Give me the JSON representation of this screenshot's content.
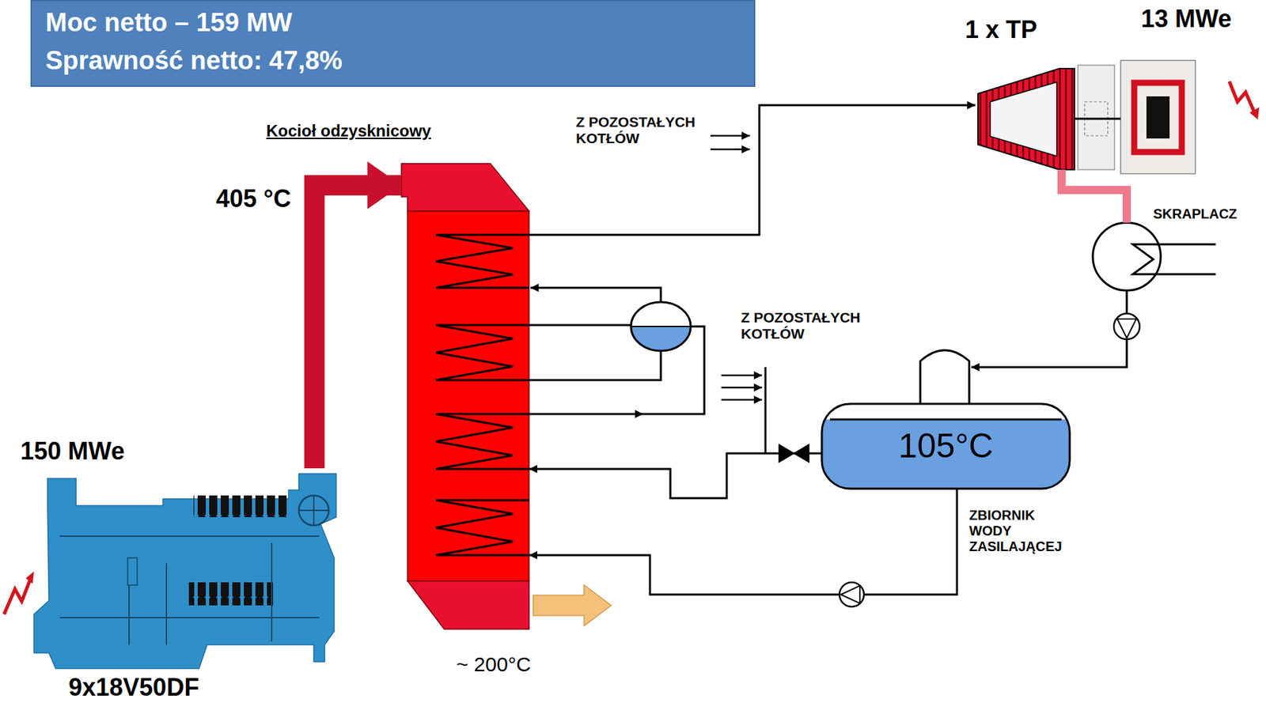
{
  "diagram": {
    "nodes": [
      {
        "text": [
          "Moc netto – 159 MW",
          "Sprawność netto: 47,8%"
        ]
      },
      {
        "text": [
          "150 MWe",
          "9x18V50DF"
        ]
      },
      {
        "text": [
          "Kocioł odzysknicowy"
        ]
      },
      {
        "text": [
          "1 x TP"
        ]
      },
      {
        "text": [
          "13 MWe"
        ]
      },
      {
        "text": [
          "SKRAPLACZ"
        ]
      },
      {
        "text": [
          "105°C",
          "ZBIORNIK WODY ZASILAJĄCEJ"
        ]
      }
    ],
    "edges": [
      {
        "from": 1,
        "to": 2,
        "arrow": "to"
      },
      {
        "from": 2,
        "to": 3,
        "arrow": "to"
      },
      {
        "from": 3,
        "to": 4,
        "arrow": "none"
      },
      {
        "from": 3,
        "to": 5,
        "arrow": "none"
      },
      {
        "from": 5,
        "to": 6,
        "arrow": "to"
      },
      {
        "from": 6,
        "to": 2,
        "arrow": "to"
      },
      {
        "from": 6,
        "to": 2,
        "arrow": "to"
      }
    ],
    "labels": [
      "405 °C",
      "~ 200°C",
      "Z POZOSTAŁYCH KOTŁÓW",
      "Z POZOSTAŁYCH KOTŁÓW"
    ]
  }
}
